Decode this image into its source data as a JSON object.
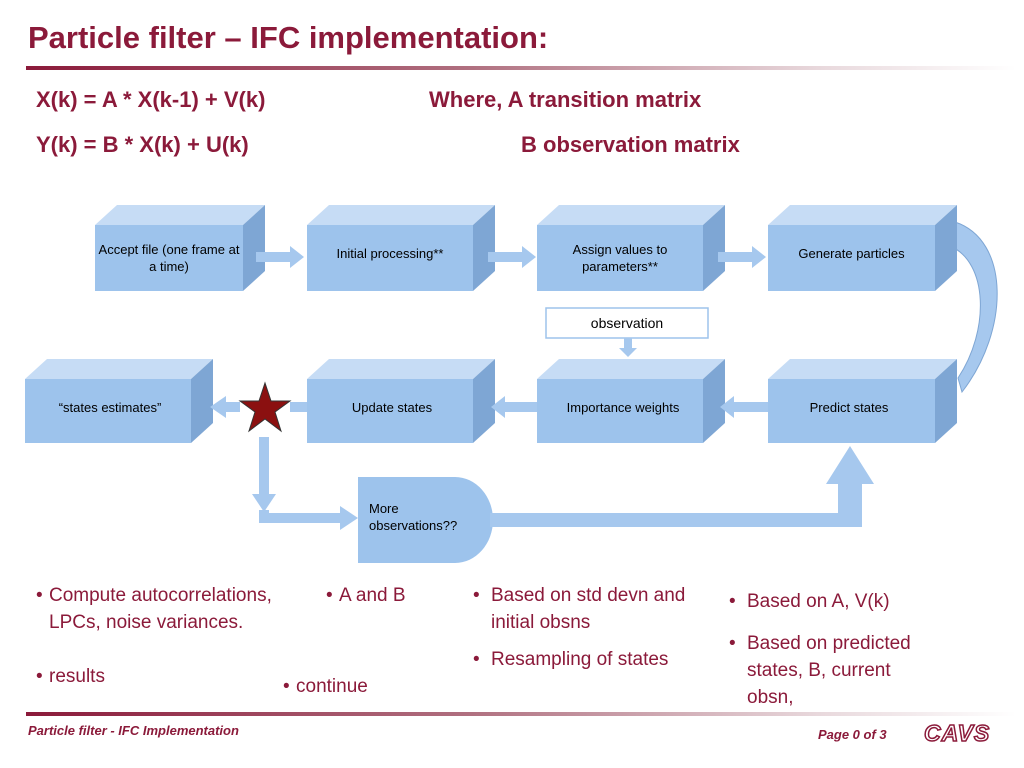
{
  "title": "Particle filter – IFC implementation:",
  "equations": {
    "eq1": "X(k) = A * X(k-1) + V(k)",
    "eq2": "Y(k) = B * X(k) + U(k)",
    "note1": "Where, A transition matrix",
    "note2": "B observation matrix"
  },
  "nodes": {
    "accept_file": "Accept file (one frame at a time)",
    "initial_processing": "Initial processing**",
    "assign_values": "Assign values to parameters**",
    "generate_particles": "Generate particles",
    "states_estimates": "“states estimates”",
    "update_states": "Update states",
    "importance_weights": "Importance weights",
    "predict_states": "Predict states",
    "observation": "observation",
    "more_observations": "More observations??"
  },
  "bullets": {
    "col1": [
      "Compute autocorrelations, LPCs, noise variances.",
      "results"
    ],
    "col2a": [
      "A and B"
    ],
    "col2b": [
      "continue"
    ],
    "col3": [
      "Based on std devn and initial obsns",
      "Resampling of states"
    ],
    "col4": [
      "Based on A, V(k)",
      "Based on predicted states, B, current obsn,"
    ]
  },
  "footer": {
    "left": "Particle filter - IFC Implementation",
    "page": "Page 0 of 3",
    "logo": "CAVS"
  },
  "colors": {
    "accent": "#8b1a3a",
    "box_front": "#9dc3ec",
    "box_top": "#c6dcf5",
    "box_side": "#7ea6d4",
    "arrow": "#a6c8ee",
    "star": "#8b1010"
  }
}
